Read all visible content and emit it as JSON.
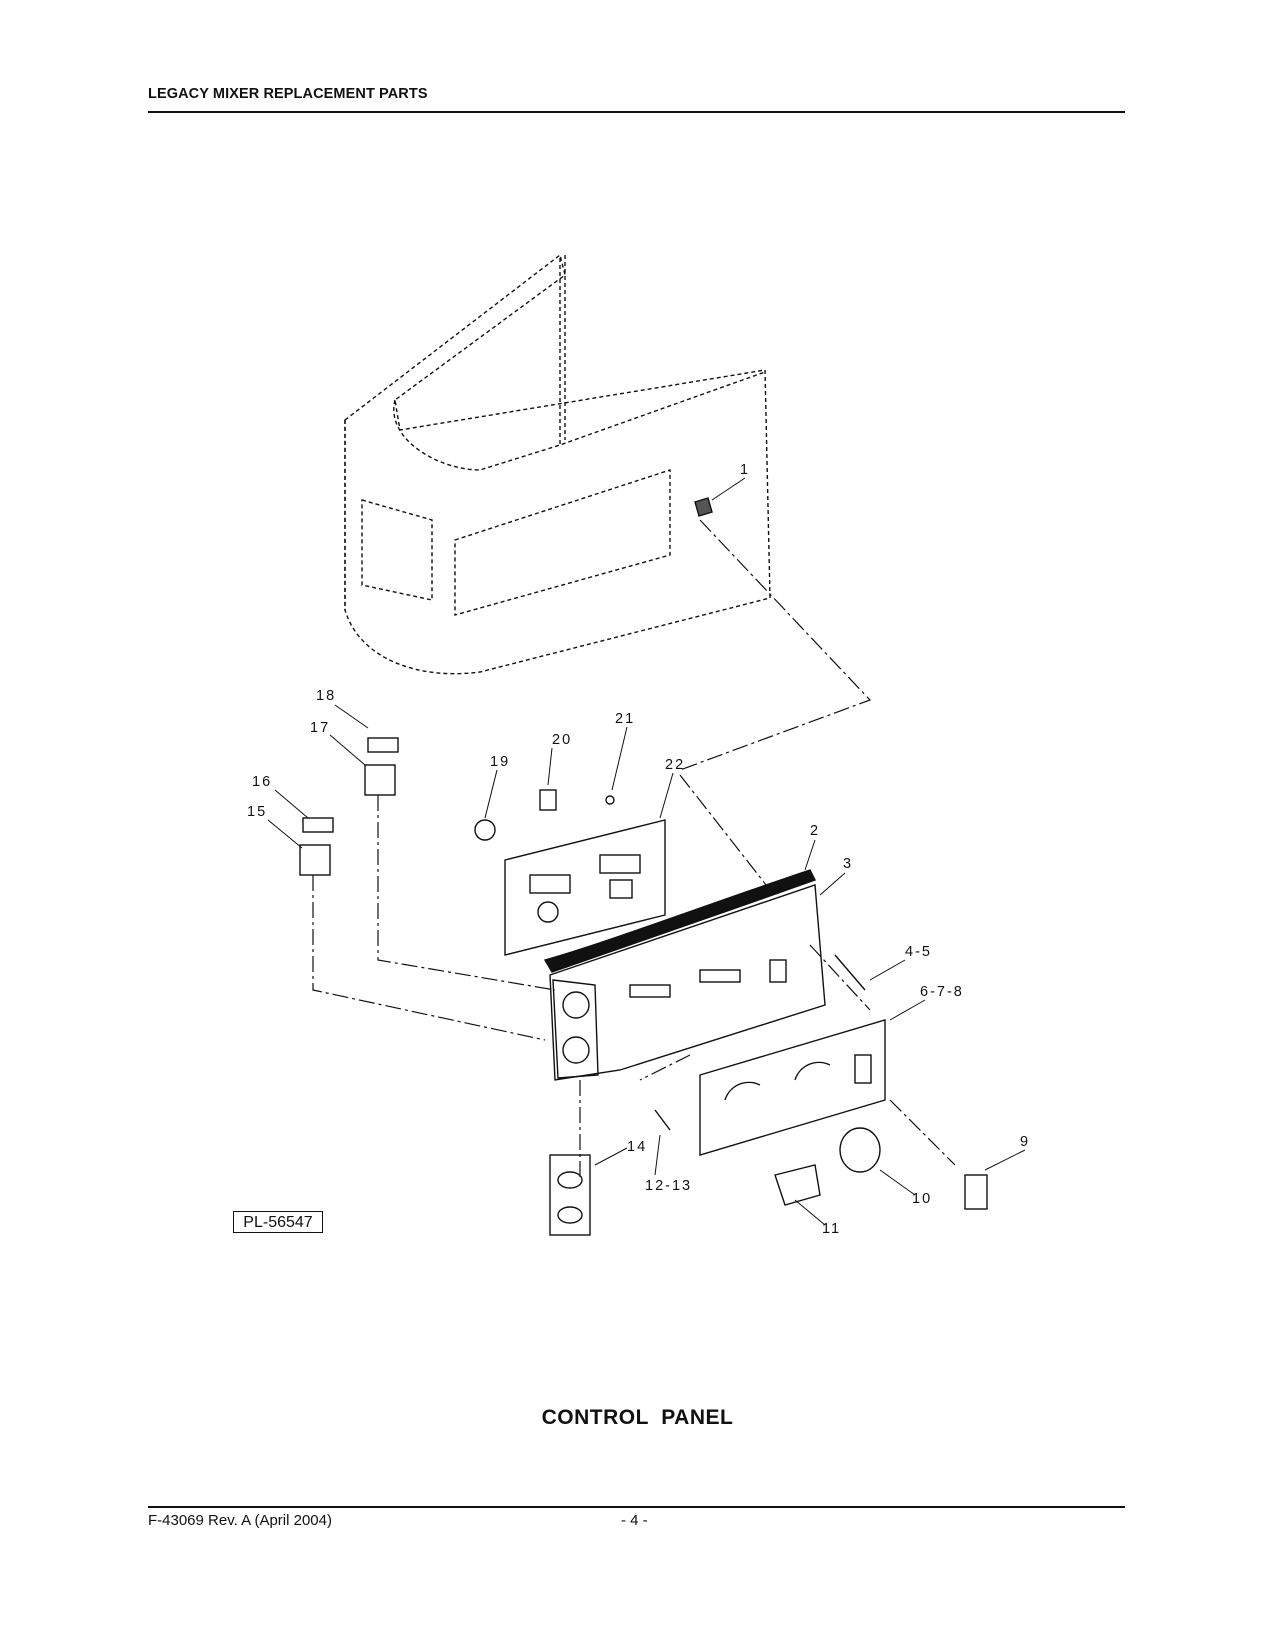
{
  "header": {
    "title": "LEGACY MIXER REPLACEMENT PARTS"
  },
  "figure": {
    "id": "PL-56547",
    "caption": "CONTROL  PANEL",
    "callouts": [
      "1",
      "2",
      "3",
      "4-5",
      "6-7-8",
      "9",
      "10",
      "11",
      "12-13",
      "14",
      "15",
      "16",
      "17",
      "18",
      "19",
      "20",
      "21",
      "22"
    ]
  },
  "footer": {
    "doc": "F-43069 Rev. A (April 2004)",
    "page": "- 4 -"
  }
}
